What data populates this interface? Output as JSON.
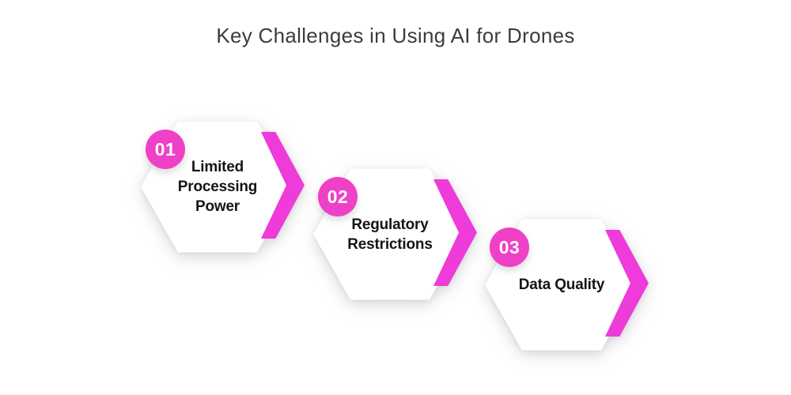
{
  "title": "Key Challenges in Using AI for Drones",
  "colors": {
    "background": "#FFFFFF",
    "title_text": "#3C3C3C",
    "label_text": "#151515",
    "hexagon_fill": "#FFFFFF",
    "badge_pink": "#EF40C8",
    "chevron_pink": "#EE3BD9",
    "badge_number_text": "#FFFFFF"
  },
  "steps": [
    {
      "number": "01",
      "label": "Limited\nProcessing\nPower"
    },
    {
      "number": "02",
      "label": "Regulatory\nRestrictions"
    },
    {
      "number": "03",
      "label": "Data Quality"
    }
  ]
}
